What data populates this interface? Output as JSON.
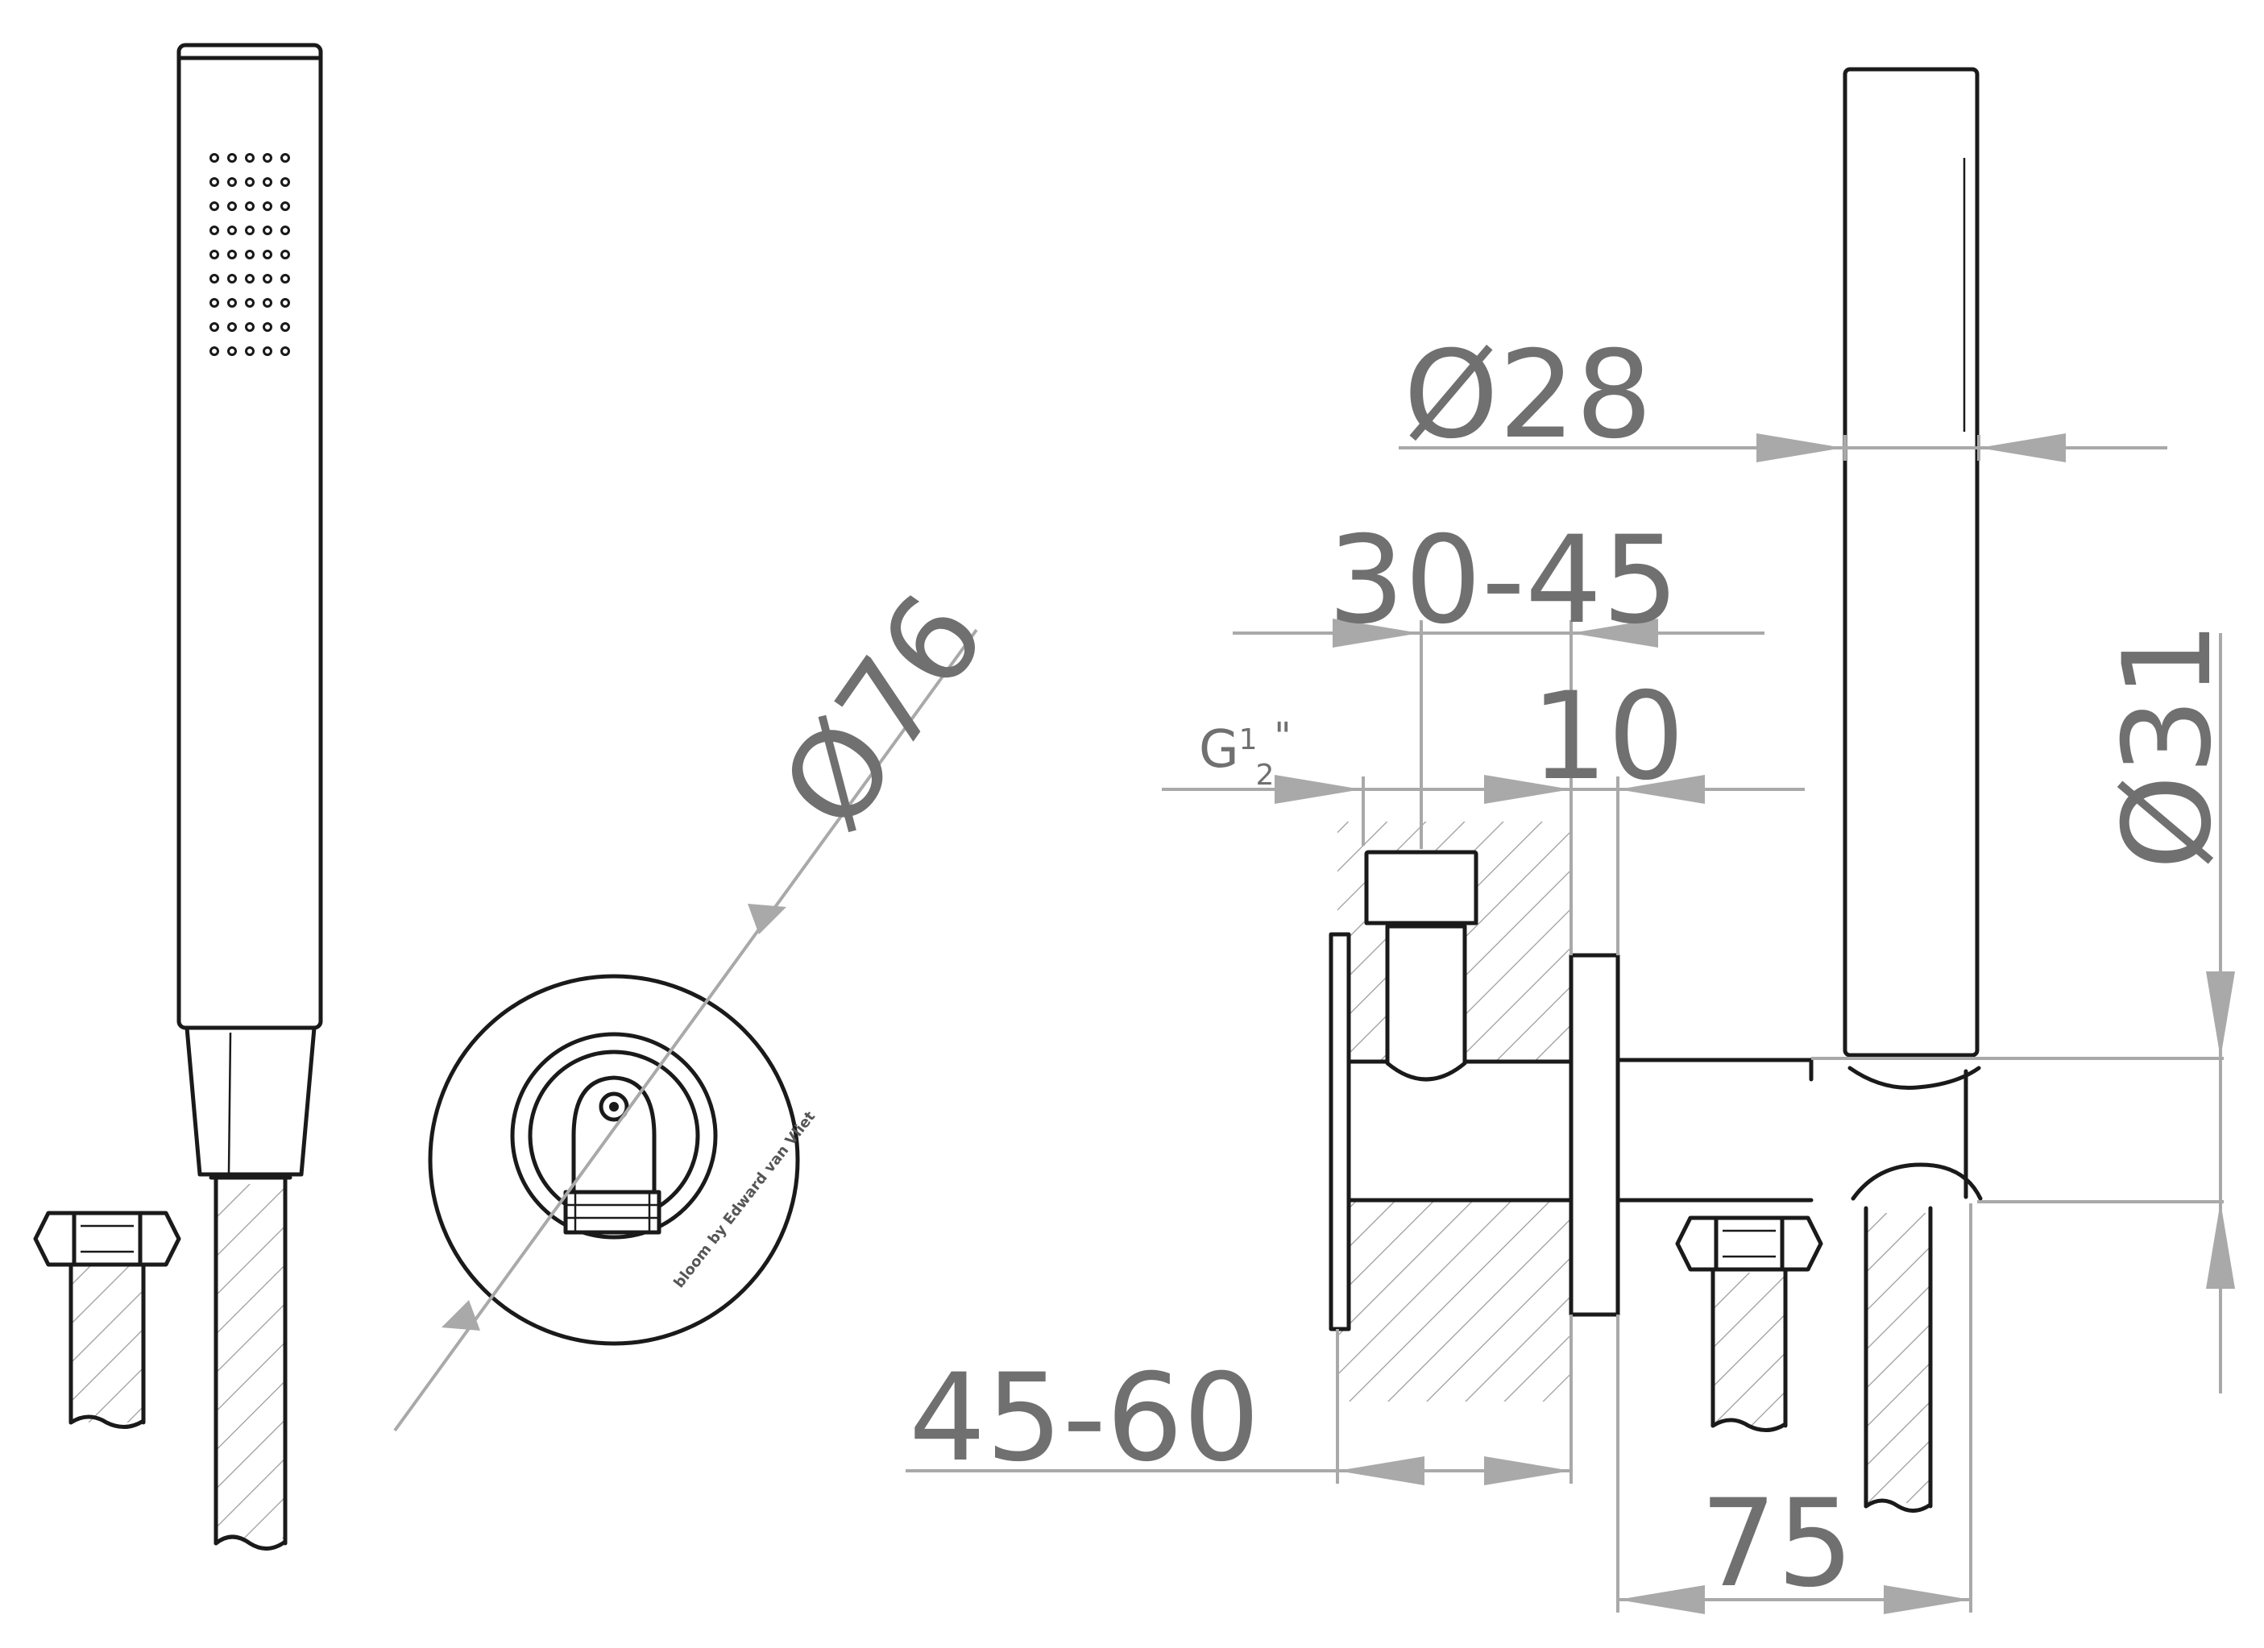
{
  "dimensions": {
    "outer_diameter": "Ø28",
    "wall_recess": "30-45",
    "thread": "G½\"",
    "thread_main": "G",
    "thread_frac_num": "1",
    "thread_frac_den": "2",
    "thread_inch": "\"",
    "plate_thickness": "10",
    "holder_diameter": "Ø31",
    "wall_plate_diameter": "Ø76",
    "wall_depth": "45-60",
    "projection": "75"
  },
  "branding": {
    "text": "bloom by Edward van Vliet"
  },
  "colors": {
    "line": "#1a1a1a",
    "dimension": "#a9a9a9",
    "dimension_text": "#707070"
  }
}
